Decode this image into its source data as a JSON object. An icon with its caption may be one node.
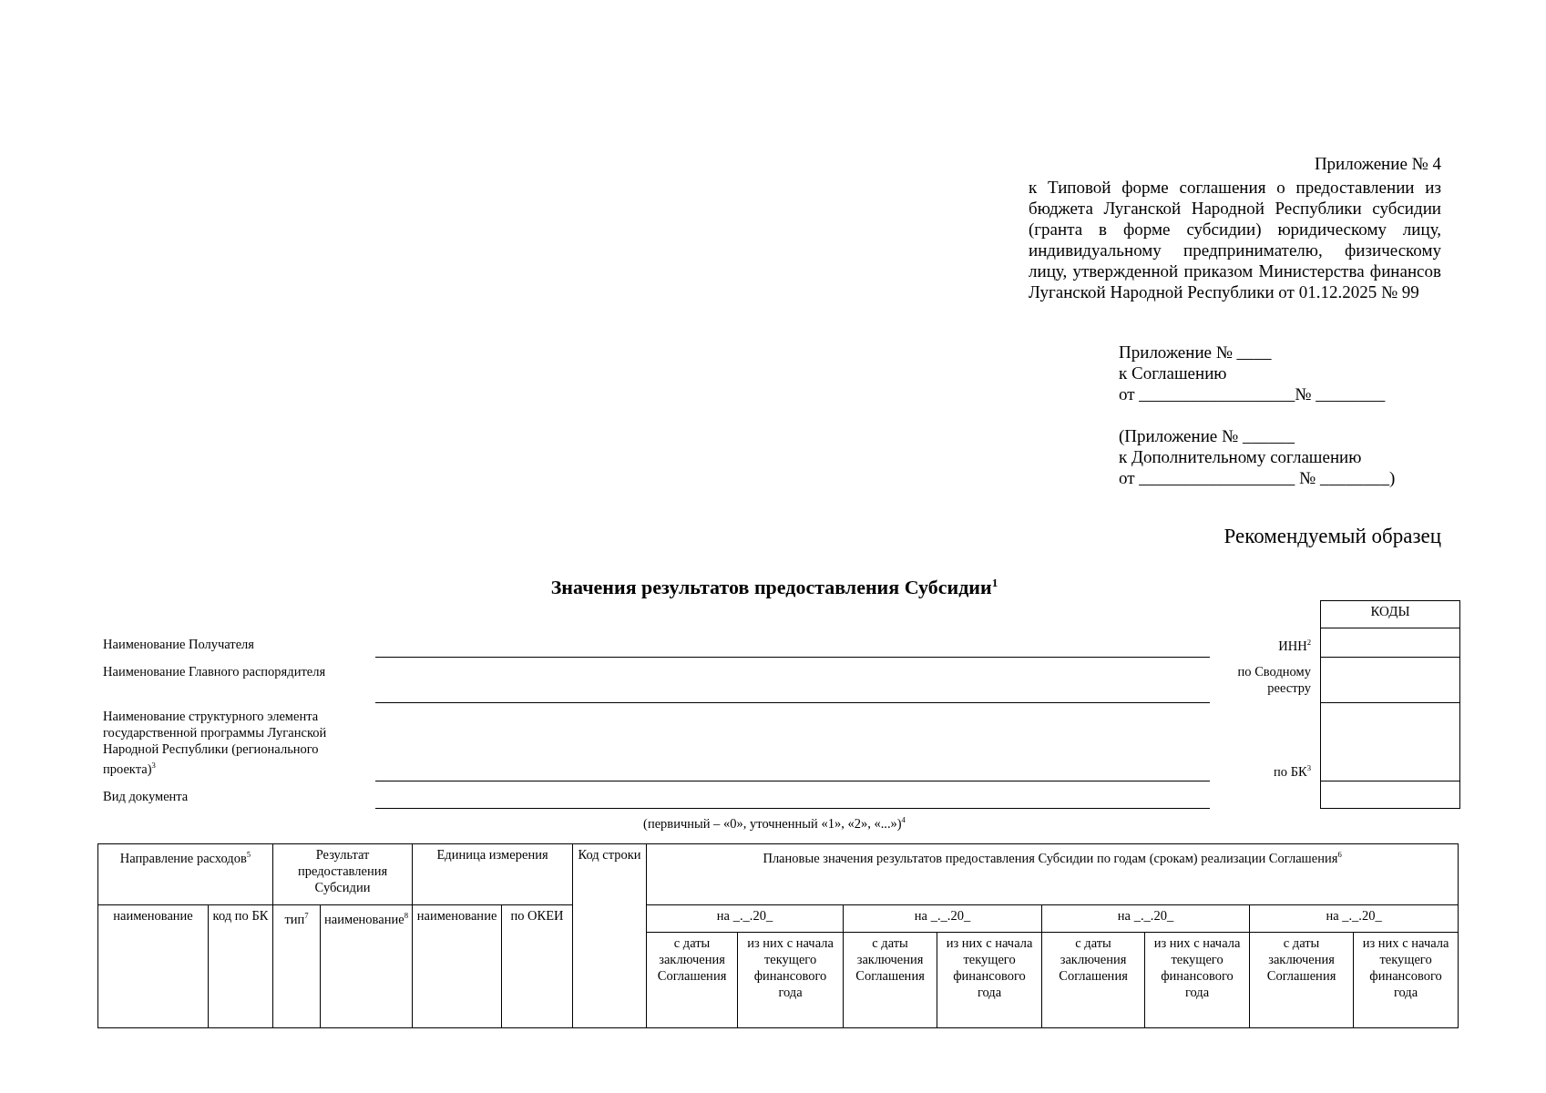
{
  "diagram": {
    "title": "Значения результатов предоставления Субсидии$^{1}$",
    "labels": [
      "Приложение № 4",
      "к Типовой форме соглашения о предоставлении из бюджета Луганской Народной Республики субсидии (гранта в форме субсидии) юридическому лицу, индивидуальному предпринимателю, физическому лицу, утвержденной приказом Министерства финансов Луганской Народной Республики от 01.12.2025 № 99",
      "Приложение № ____",
      "к Соглашению",
      "от __________________№ ________",
      "(Приложение № ______",
      "к Дополнительному соглашению",
      "от __________________ № ________)",
      "Рекомендуемый образец",
      "КОДЫ",
      "Наименование Получателя",
      "ИНН$^{2}$",
      "Наименование Главного распорядителя",
      "по Сводному реестру",
      "Наименование структурного элемента государственной программы Луганской Народной Республики (регионального проекта)$^{3}$",
      "по БК$^{3}$",
      "Вид документа",
      "(первичный – «0», уточненный «1», «2», «...»)$^{4}$",
      "Направление расходов$^{5}$",
      "Результат предоставления Субсидии",
      "Единица измерения",
      "Код строки",
      "Плановые значения результатов предоставления Субсидии по годам (срокам) реализации Соглашения$^{6}$",
      "наименование",
      "код по БК",
      "тип$^{7}$",
      "наименование$^{8}$",
      "наименование",
      "по ОКЕИ",
      "на _._.20_",
      "на _._.20_",
      "на _._.20_",
      "на _._.20_",
      "с даты заключения Соглашения",
      "из них с начала текущего финансового года",
      "с даты заключения Соглашения",
      "из них с начала текущего финансового года",
      "с даты заключения Соглашения",
      "из них с начала текущего финансового года",
      "с даты заключения Соглашения",
      "из них с начала текущего финансового года"
    ]
  }
}
